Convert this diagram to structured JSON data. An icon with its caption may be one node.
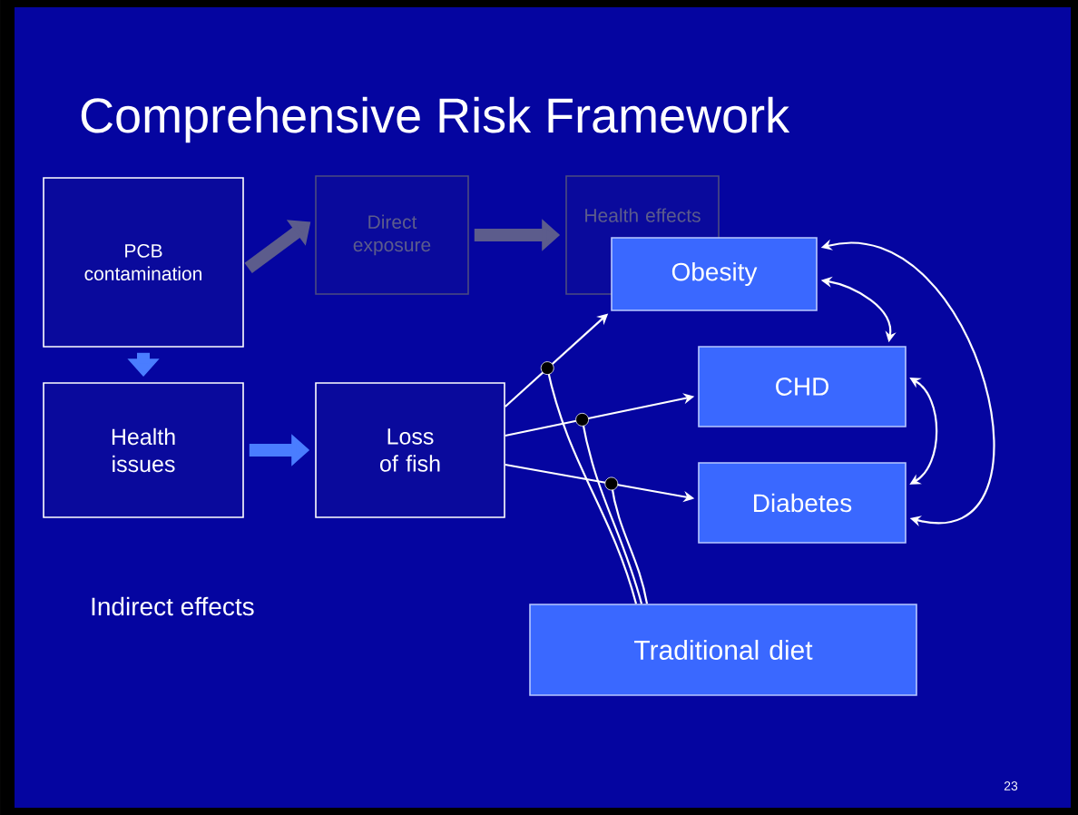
{
  "diagram": {
    "title": "Comprehensive Risk Framework",
    "nodes": [
      {
        "text": [
          "PCB contamination"
        ]
      },
      {
        "text": [
          "Direct exposure"
        ]
      },
      {
        "text": [
          "Health effects"
        ]
      },
      {
        "text": [
          "Health issues"
        ]
      },
      {
        "text": [
          "Loss of fish"
        ]
      },
      {
        "text": [
          "Obesity"
        ]
      },
      {
        "text": [
          "CHD"
        ]
      },
      {
        "text": [
          "Diabetes"
        ]
      },
      {
        "text": [
          "Traditional diet"
        ]
      }
    ],
    "edges": [
      {
        "from": 0,
        "to": 1,
        "arrow": "to",
        "style": "thick",
        "color": "#5c5c8c"
      },
      {
        "from": 1,
        "to": 2,
        "arrow": "to",
        "style": "thick",
        "color": "#5c5c8c"
      },
      {
        "from": 0,
        "to": 3,
        "arrow": "to",
        "style": "thick",
        "color": "#4a7dff"
      },
      {
        "from": 3,
        "to": 4,
        "arrow": "to",
        "style": "thick",
        "color": "#4a7dff"
      },
      {
        "from": 4,
        "to": 5,
        "arrow": "to"
      },
      {
        "from": 4,
        "to": 6,
        "arrow": "to"
      },
      {
        "from": 4,
        "to": 7,
        "arrow": "to"
      },
      {
        "from": 5,
        "to": 6,
        "arrow": "both"
      },
      {
        "from": 6,
        "to": 7,
        "arrow": "both"
      },
      {
        "from": 5,
        "to": 7,
        "arrow": "both"
      },
      {
        "from": 8,
        "to": null,
        "arrow": "other"
      },
      {
        "from": 8,
        "to": null,
        "arrow": "other"
      },
      {
        "from": 8,
        "to": null,
        "arrow": "other"
      }
    ],
    "labels": [
      "Indirect effects",
      "23"
    ]
  }
}
